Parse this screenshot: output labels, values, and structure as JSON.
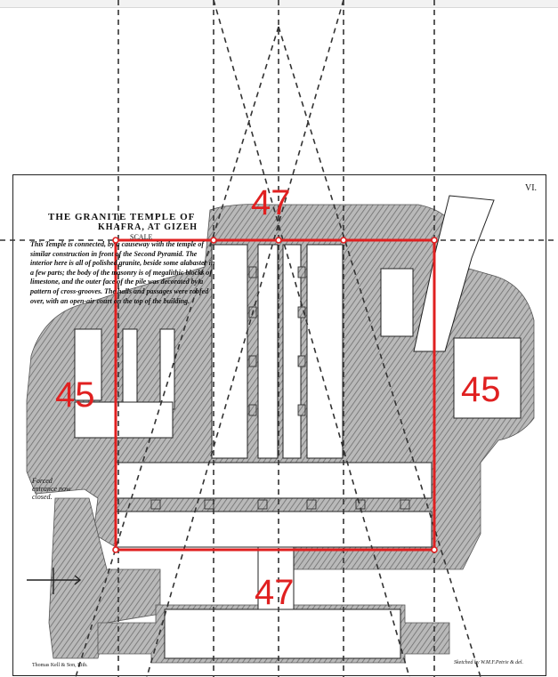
{
  "plate": {
    "title": "THE GRANITE TEMPLE OF",
    "subtitle": "KHAFRA, AT GIZEH",
    "scale_label": "SCALE",
    "description": "This Temple is connected, by a causeway with the temple of similar construction in front of the Second Pyramid. The interior here is all of polished granite, beside some alabaster in a few parts; the body of the masonry is of megalithic blocks of limestone, and the outer face of the pile was decorated by a pattern of cross-grooves. The halls and passages were roofed over, with an open-air court on the top of the building.",
    "plate_number": "VI.",
    "entrance_note": "Forced entrance now closed.",
    "printer": "Thomas Kell & Son, Lith.",
    "credit": "Sketched by W.M.F.Petrie & del."
  },
  "annotations": {
    "top_angle": "47",
    "bottom_angle": "47",
    "left_angle": "45",
    "right_angle": "45"
  },
  "colors": {
    "overlay": "#e02020",
    "hatch": "#8a8a8a",
    "ink": "#222222"
  },
  "icons": {
    "compass": "north-arrow-icon"
  }
}
